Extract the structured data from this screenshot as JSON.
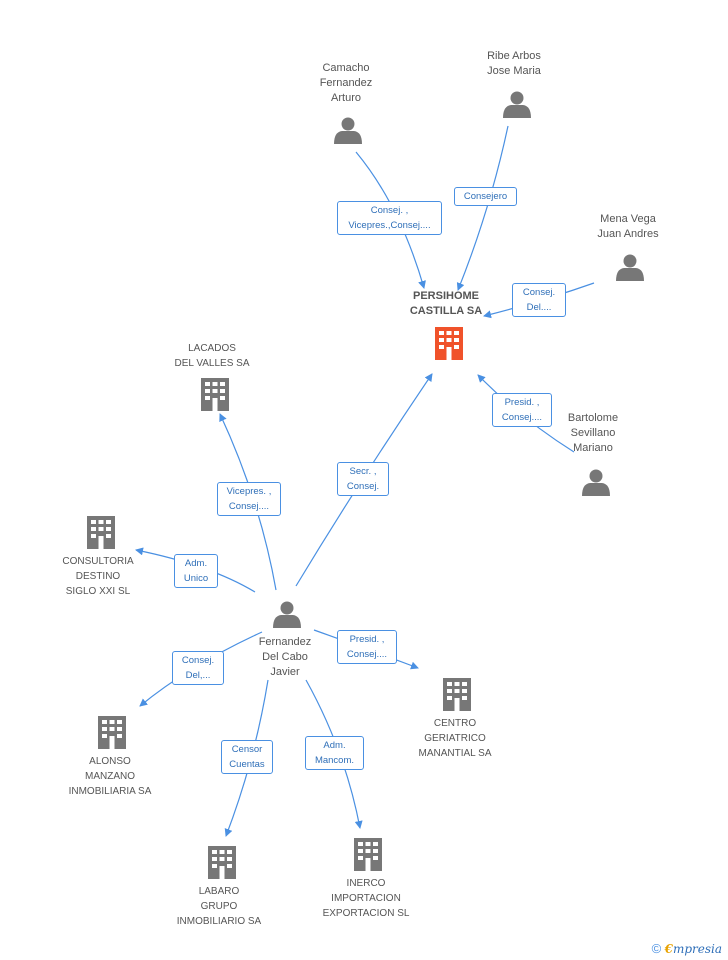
{
  "center": {
    "name_line1": "PERSIHOME",
    "name_line2": "CASTILLA SA"
  },
  "persons": {
    "camacho": {
      "lines": [
        "Camacho",
        "Fernandez",
        "Arturo"
      ]
    },
    "ribe": {
      "lines": [
        "Ribe Arbos",
        "Jose Maria"
      ]
    },
    "mena": {
      "lines": [
        "Mena Vega",
        "Juan Andres"
      ]
    },
    "bartolome": {
      "lines": [
        "Bartolome",
        "Sevillano",
        "Mariano"
      ]
    },
    "fernandez": {
      "lines": [
        "Fernandez",
        "Del Cabo",
        "Javier"
      ]
    }
  },
  "companies": {
    "lacados": {
      "lines": [
        "LACADOS",
        "DEL VALLES SA"
      ]
    },
    "consultoria": {
      "lines": [
        "CONSULTORIA",
        "DESTINO",
        "SIGLO XXI SL"
      ]
    },
    "alonso": {
      "lines": [
        "ALONSO",
        "MANZANO",
        "INMOBILIARIA SA"
      ]
    },
    "labaro": {
      "lines": [
        "LABARO",
        "GRUPO",
        "INMOBILIARIO SA"
      ]
    },
    "inerco": {
      "lines": [
        "INERCO",
        "IMPORTACION",
        "EXPORTACION SL"
      ]
    },
    "centro": {
      "lines": [
        "CENTRO",
        "GERIATRICO",
        "MANANTIAL SA"
      ]
    }
  },
  "edges": {
    "camacho_center": [
      "Consej. ,",
      "Vicepres.,Consej...."
    ],
    "ribe_center": [
      "Consejero"
    ],
    "mena_center": [
      "Consej.",
      "Del...."
    ],
    "bartolome_center": [
      "Presid. ,",
      "Consej...."
    ],
    "fernandez_center": [
      "Secr. ,",
      "Consej."
    ],
    "fernandez_lacados": [
      "Vicepres. ,",
      "Consej...."
    ],
    "fernandez_consultoria": [
      "Adm.",
      "Unico"
    ],
    "fernandez_alonso": [
      "Consej.",
      "Del,..."
    ],
    "fernandez_labaro": [
      "Censor",
      "Cuentas"
    ],
    "fernandez_inerco": [
      "Adm.",
      "Mancom."
    ],
    "fernandez_centro": [
      "Presid. ,",
      "Consej...."
    ]
  },
  "colors": {
    "edge": "#4a90e2",
    "icon": "#777777",
    "center_icon": "#f0522a"
  },
  "icons": {
    "person": "person-icon",
    "company": "building-icon",
    "center": "building-icon"
  },
  "footer": {
    "copyright": "©",
    "brand_first": "€",
    "brand_rest": "mpresia"
  }
}
